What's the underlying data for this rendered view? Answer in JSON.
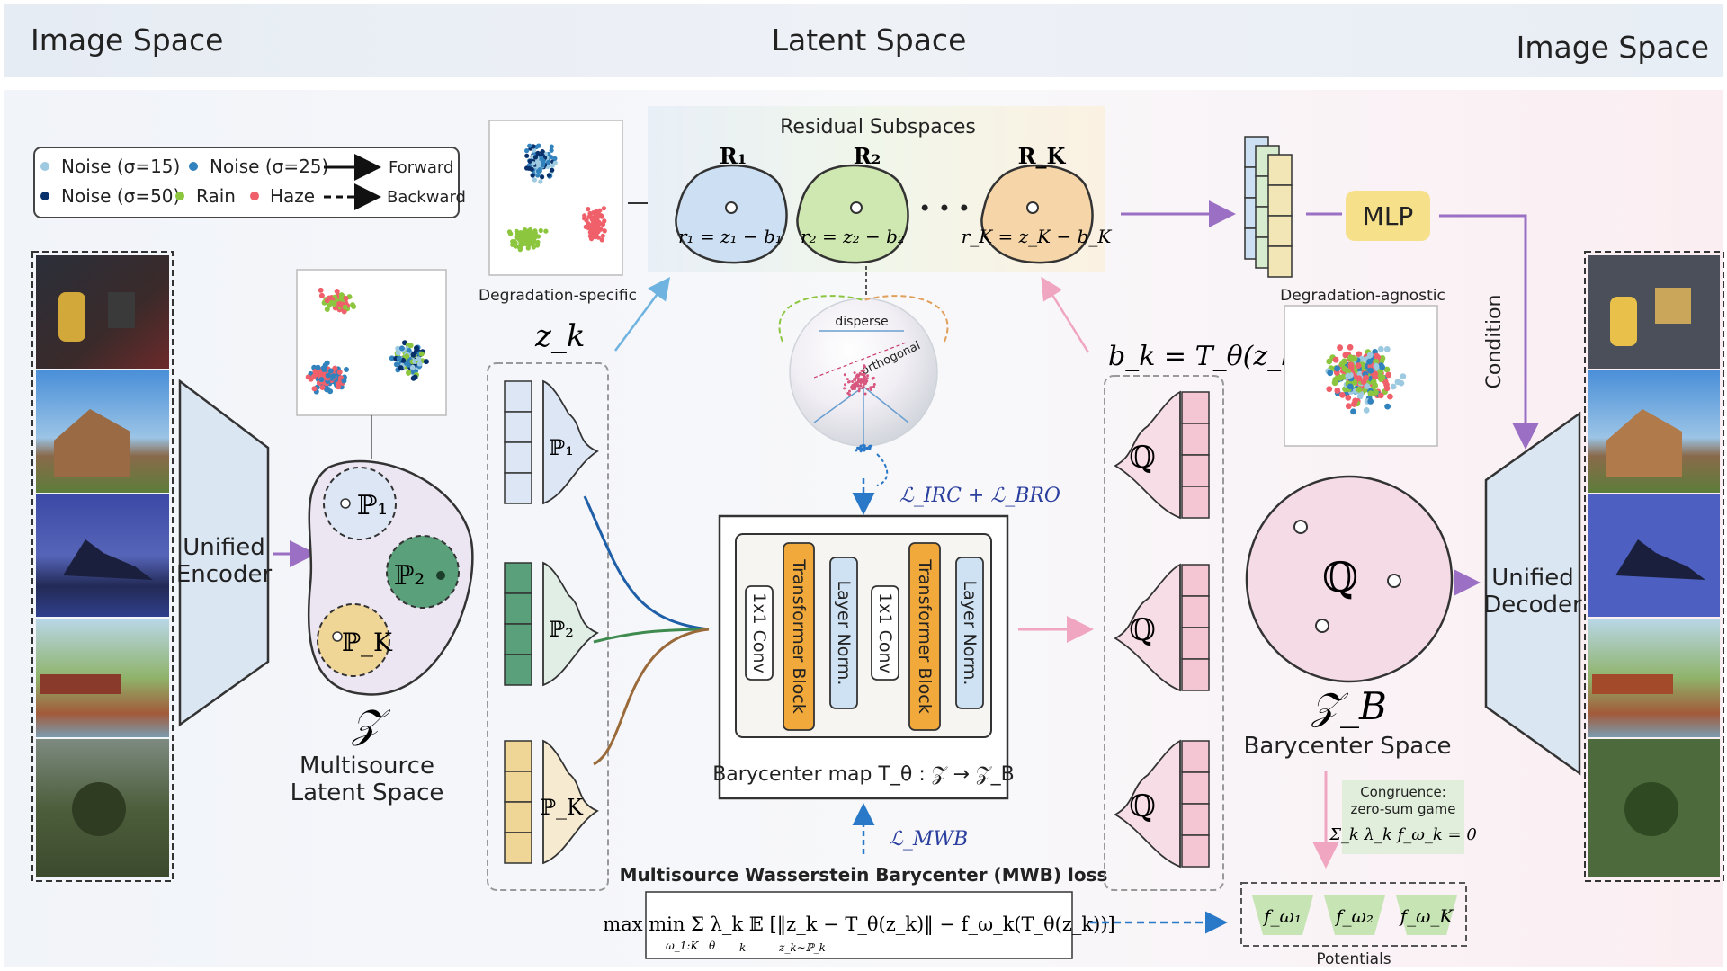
{
  "header": {
    "left": "Image Space",
    "center": "Latent Space",
    "right": "Image Space"
  },
  "legend": {
    "noise15": "Noise (σ=15)",
    "noise25": "Noise (σ=25)",
    "noise50": "Noise (σ=50)",
    "rain": "Rain",
    "haze": "Haze",
    "forward": "Forward",
    "backward": "Backward"
  },
  "encoder": {
    "line1": "Unified",
    "line2": "Encoder"
  },
  "decoder": {
    "line1": "Unified",
    "line2": "Decoder"
  },
  "multisource": {
    "symbol": "𝒵",
    "line1": "Multisource",
    "line2": "Latent Space",
    "p1": "ℙ₁",
    "p2": "ℙ₂",
    "pk": "ℙ_K"
  },
  "zk_label": "z_k",
  "degradation_specific": "Degradation-specific",
  "degradation_agnostic": "Degradation-agnostic",
  "residual": {
    "title": "Residual Subspaces",
    "r1": "R₁",
    "r2": "R₂",
    "rk": "R_K",
    "e1": "r₁ = z₁ − b₁",
    "e2": "r₂ = z₂ − b₂",
    "ek": "r_K = z_K − b_K",
    "dots": "• • •"
  },
  "sphere": {
    "disperse": "disperse",
    "orthogonal": "orthogonal"
  },
  "losses": {
    "irc_bro": "ℒ_IRC + ℒ_BRO",
    "mwb": "ℒ_MWB",
    "mwb_title": "Multisource Wasserstein Barycenter (MWB) loss",
    "mwb_formula": "max min Σ λ_k 𝔼 [‖z_k − T_θ(z_k)‖ − f_ω_k(T_θ(z_k))]",
    "mwb_sub1": "ω_1:K",
    "mwb_sub2": "θ",
    "mwb_sub3": "k",
    "mwb_sub4": "z_k∼ℙ_k"
  },
  "barycenter_map": {
    "blocks": [
      "1x1 Conv",
      "Transformer Block",
      "Layer Norm.",
      "1x1 Conv",
      "Transformer Block",
      "Layer Norm."
    ],
    "caption": "Barycenter map T_θ : 𝒵 → 𝒵_B"
  },
  "bk_label": "b_k = T_θ(z_k)",
  "q_symbol": "ℚ",
  "mlp": "MLP",
  "condition": "Condition",
  "barycenter_space": {
    "symbol": "𝒵_B",
    "label": "Barycenter Space"
  },
  "congruence": {
    "line1": "Congruence:",
    "line2": "zero-sum game",
    "line3": "Σ_k λ_k f_ω_k = 0"
  },
  "potentials": {
    "label": "Potentials",
    "f1": "f_ω₁",
    "f2": "f_ω₂",
    "fk": "f_ω_K"
  },
  "colors": {
    "noise15": "#9ecae1",
    "noise25": "#3182bd",
    "noise50": "#08306b",
    "rain": "#8cc63f",
    "haze": "#f0606a",
    "p1": "#dce6f4",
    "p2": "#5aa07a",
    "pk": "#efd596",
    "mlp": "#f6e08a",
    "arrow_purple": "#9b6fc3",
    "arrow_pink": "#f0a5c0",
    "arrow_blue": "#2a79c9"
  }
}
